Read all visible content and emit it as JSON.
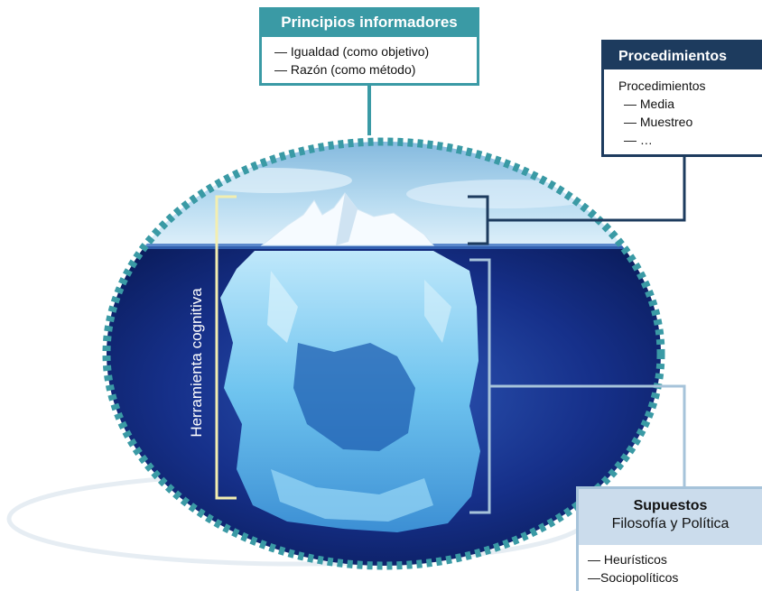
{
  "principios": {
    "title": "Principios informadores",
    "items": [
      "— Igualdad (como objetivo)",
      "— Razón (como método)"
    ]
  },
  "procedimientos": {
    "title": "Procedimientos",
    "heading": "Procedimientos",
    "items": [
      "— Media",
      "— Muestreo",
      "— …"
    ]
  },
  "supuestos": {
    "title": "Supuestos",
    "subtitle": "Filosofía y Política",
    "items": [
      "— Heurísticos",
      "—Sociopolíticos"
    ]
  },
  "side_label": "Herramienta cognitiva",
  "colors": {
    "teal": "#3a9aa5",
    "navy": "#1d3b5e",
    "light_blue": "#a6c3da",
    "bracket_yellow": "#f3eeb0",
    "ocean": "#142a7a"
  }
}
